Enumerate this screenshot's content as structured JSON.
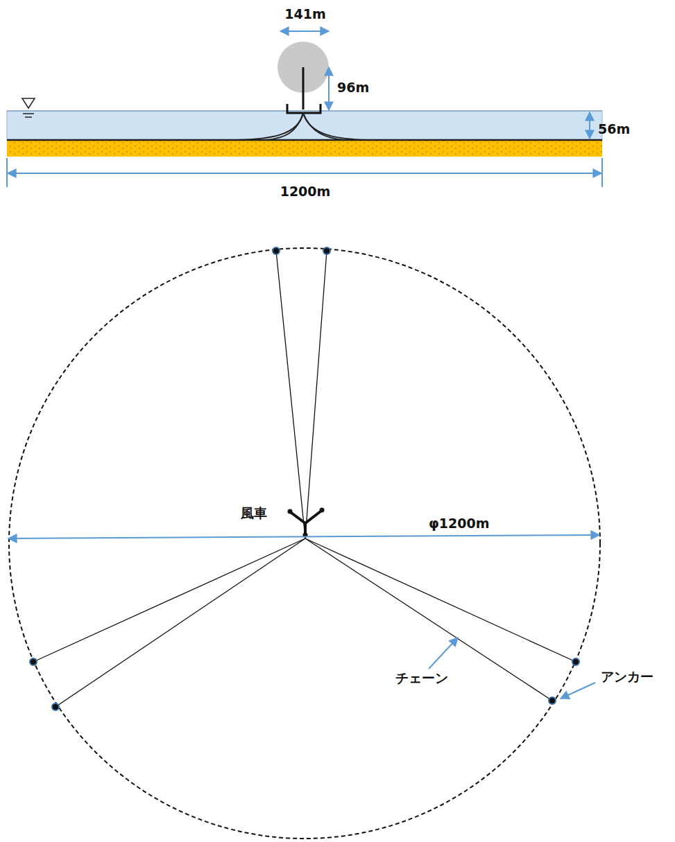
{
  "diagram": {
    "labels": [
      "141m",
      "96m",
      "56m",
      "1200m",
      "風車",
      "φ1200m",
      "チェーン",
      "アンカー"
    ]
  }
}
